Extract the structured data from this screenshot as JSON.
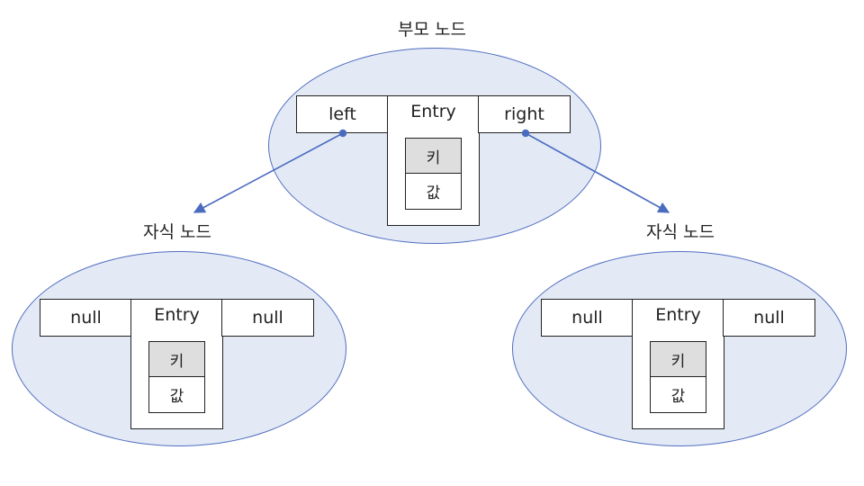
{
  "parent": {
    "title": "부모 노드",
    "left_label": "left",
    "entry_label": "Entry",
    "right_label": "right",
    "key_label": "키",
    "value_label": "값"
  },
  "left_child": {
    "title": "자식 노드",
    "left_label": "null",
    "entry_label": "Entry",
    "right_label": "null",
    "key_label": "키",
    "value_label": "값"
  },
  "right_child": {
    "title": "자식 노드",
    "left_label": "null",
    "entry_label": "Entry",
    "right_label": "null",
    "key_label": "키",
    "value_label": "값"
  },
  "colors": {
    "ellipse_fill": "#e4e9f6",
    "ellipse_stroke": "#4f6fbf",
    "arrow": "#4a6cc0",
    "key_fill": "#dedede"
  }
}
